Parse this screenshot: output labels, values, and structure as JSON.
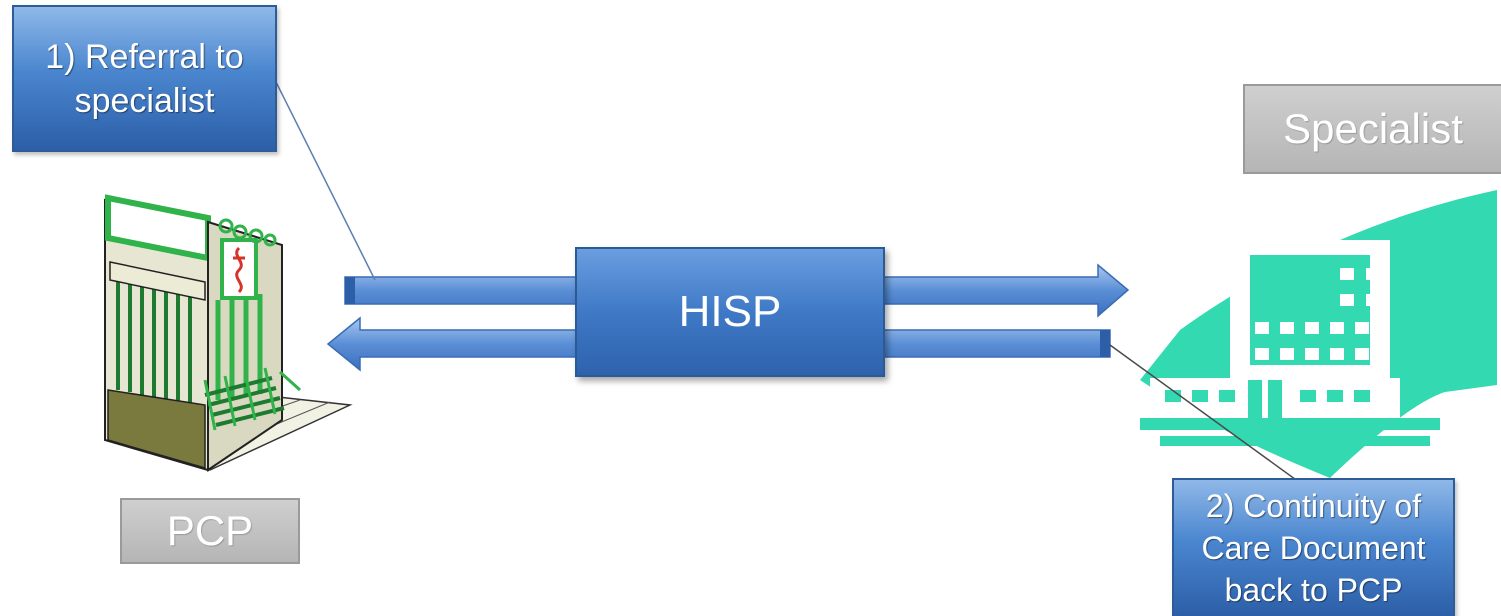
{
  "diagram": {
    "callouts": {
      "referral": [
        "1) Referral to",
        "specialist"
      ],
      "continuity": [
        "2) Continuity of",
        "Care Document",
        "back to PCP"
      ]
    },
    "labels": {
      "specialist": "Specialist",
      "pcp": "PCP",
      "hisp": "HISP"
    },
    "icons": {
      "pcp": "clinic-storefront-icon",
      "specialist": "hospital-building-icon"
    },
    "colors": {
      "callout_blue": "#3f79c6",
      "gray_label": "#bdbdbd",
      "hospital_teal": "#2fd9b0",
      "clinic_green": "#2fb34a"
    }
  }
}
